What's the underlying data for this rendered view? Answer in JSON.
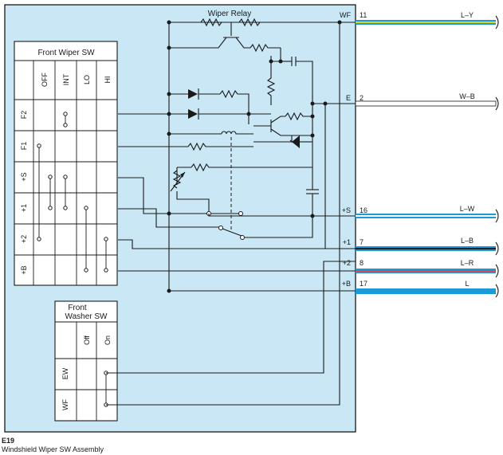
{
  "diagram": {
    "connector_id": "E19",
    "assembly_name": "Windshield Wiper SW Assembly",
    "relay_label": "Wiper Relay",
    "front_wiper_sw": {
      "title": "Front Wiper SW",
      "columns": [
        "OFF",
        "INT",
        "LO",
        "HI"
      ],
      "rows": [
        "F2",
        "F1",
        "+S",
        "+1",
        "+2",
        "+B"
      ]
    },
    "front_washer_sw": {
      "title_line1": "Front",
      "title_line2": "Washer SW",
      "columns": [
        "Off",
        "On"
      ],
      "rows": [
        "EW",
        "WF"
      ]
    },
    "terminals": [
      {
        "name": "WF",
        "pin": "11",
        "wire": "L–Y"
      },
      {
        "name": "E",
        "pin": "2",
        "wire": "W–B"
      },
      {
        "name": "+S",
        "pin": "16",
        "wire": "L–W"
      },
      {
        "name": "+1",
        "pin": "7",
        "wire": "L–B"
      },
      {
        "name": "+2",
        "pin": "8",
        "wire": "L–R"
      },
      {
        "name": "+B",
        "pin": "17",
        "wire": "L"
      }
    ],
    "colors": {
      "housing_fill": "#c9e7f5",
      "housing_border": "#1a1a1a",
      "wire_l": "#1a9ad6",
      "wire_y": "#e3d21c",
      "wire_r": "#d9474f",
      "wire_w": "#ffffff",
      "wire_b": "#1a1a1a"
    }
  }
}
